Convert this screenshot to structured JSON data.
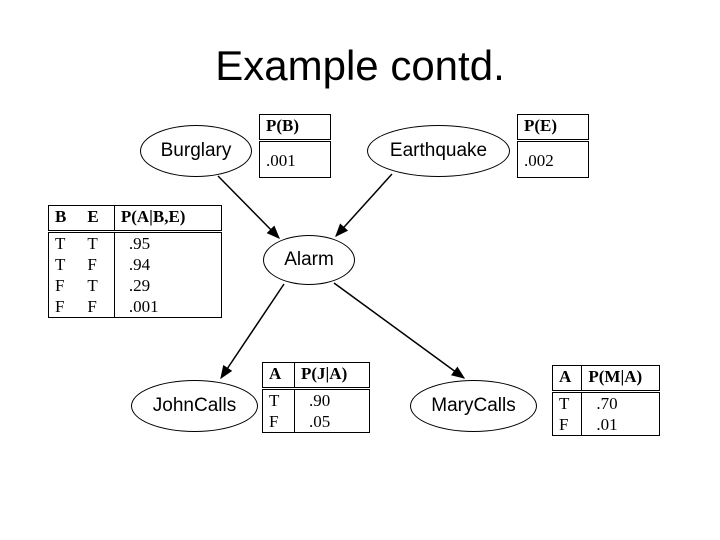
{
  "title": "Example contd.",
  "nodes": {
    "burglary": "Burglary",
    "earthquake": "Earthquake",
    "alarm": "Alarm",
    "john": "JohnCalls",
    "mary": "MaryCalls"
  },
  "cpt_b": {
    "header": "P(B)",
    "value": ".001"
  },
  "cpt_e": {
    "header": "P(E)",
    "value": ".002"
  },
  "cpt_a": {
    "headers": [
      "B",
      "E",
      "P(A|B,E)"
    ],
    "rows": [
      [
        "T",
        "T",
        ".95"
      ],
      [
        "T",
        "F",
        ".94"
      ],
      [
        "F",
        "T",
        ".29"
      ],
      [
        "F",
        "F",
        ".001"
      ]
    ]
  },
  "cpt_j": {
    "headers": [
      "A",
      "P(J|A)"
    ],
    "rows": [
      [
        "T",
        ".90"
      ],
      [
        "F",
        ".05"
      ]
    ]
  },
  "cpt_m": {
    "headers": [
      "A",
      "P(M|A)"
    ],
    "rows": [
      [
        "T",
        ".70"
      ],
      [
        "F",
        ".01"
      ]
    ]
  }
}
